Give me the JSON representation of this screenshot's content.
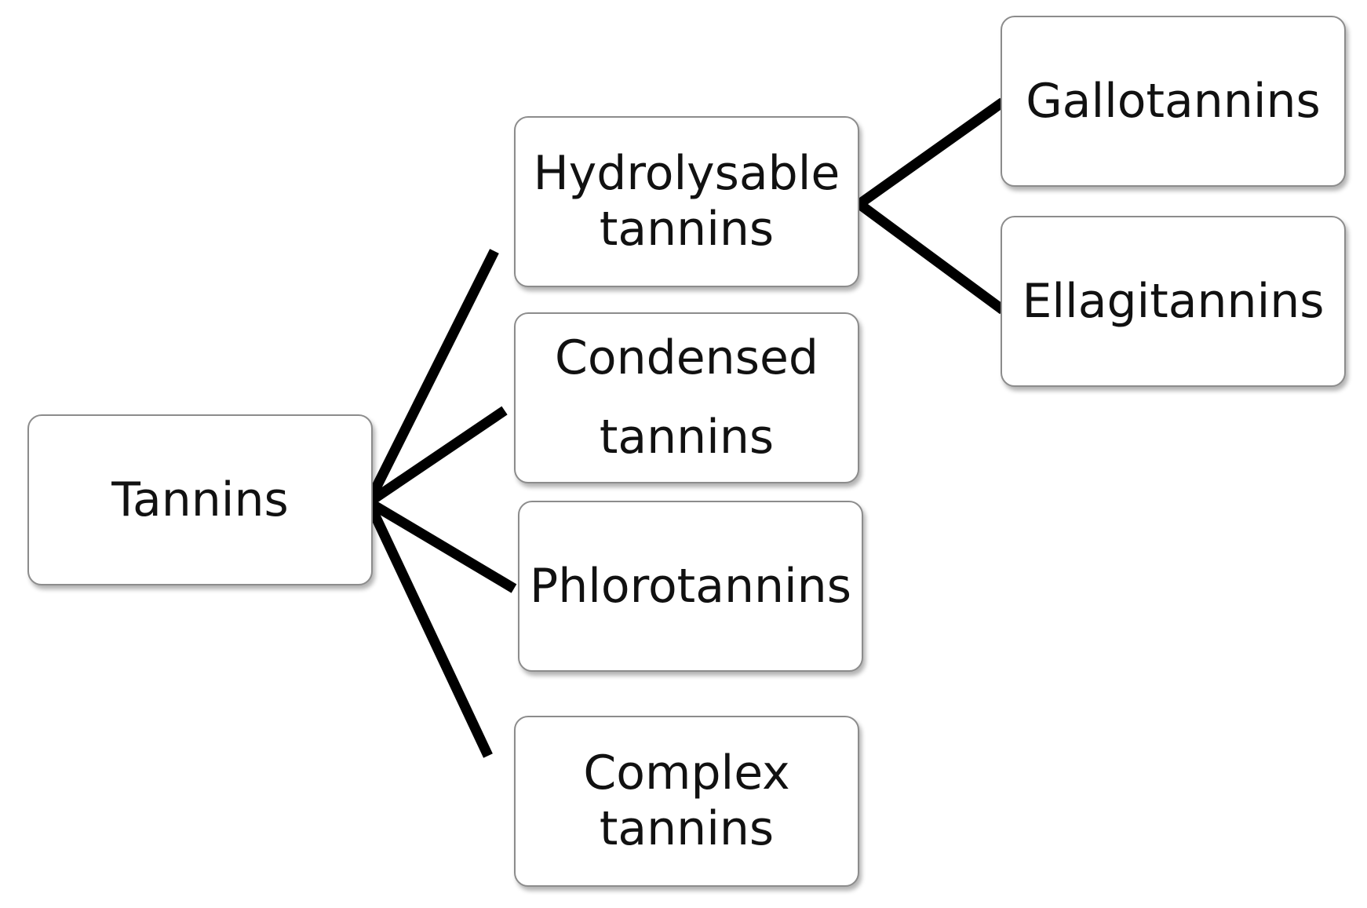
{
  "root": {
    "label": "Tannins"
  },
  "categories": [
    {
      "id": "hydrolysable",
      "lines": [
        "Hydrolysable",
        "tannins"
      ]
    },
    {
      "id": "condensed",
      "lines": [
        "Condensed",
        "tannins"
      ]
    },
    {
      "id": "phlorotannins",
      "lines": [
        "Phlorotannins"
      ]
    },
    {
      "id": "complex",
      "lines": [
        "Complex",
        "tannins"
      ]
    }
  ],
  "subcategories": [
    {
      "id": "gallotannins",
      "label": "Gallotannins"
    },
    {
      "id": "ellagitannins",
      "label": "Ellagitannins"
    }
  ],
  "colors": {
    "connector": "#000000",
    "box_border": "#8c8c8c",
    "text": "#111111"
  }
}
